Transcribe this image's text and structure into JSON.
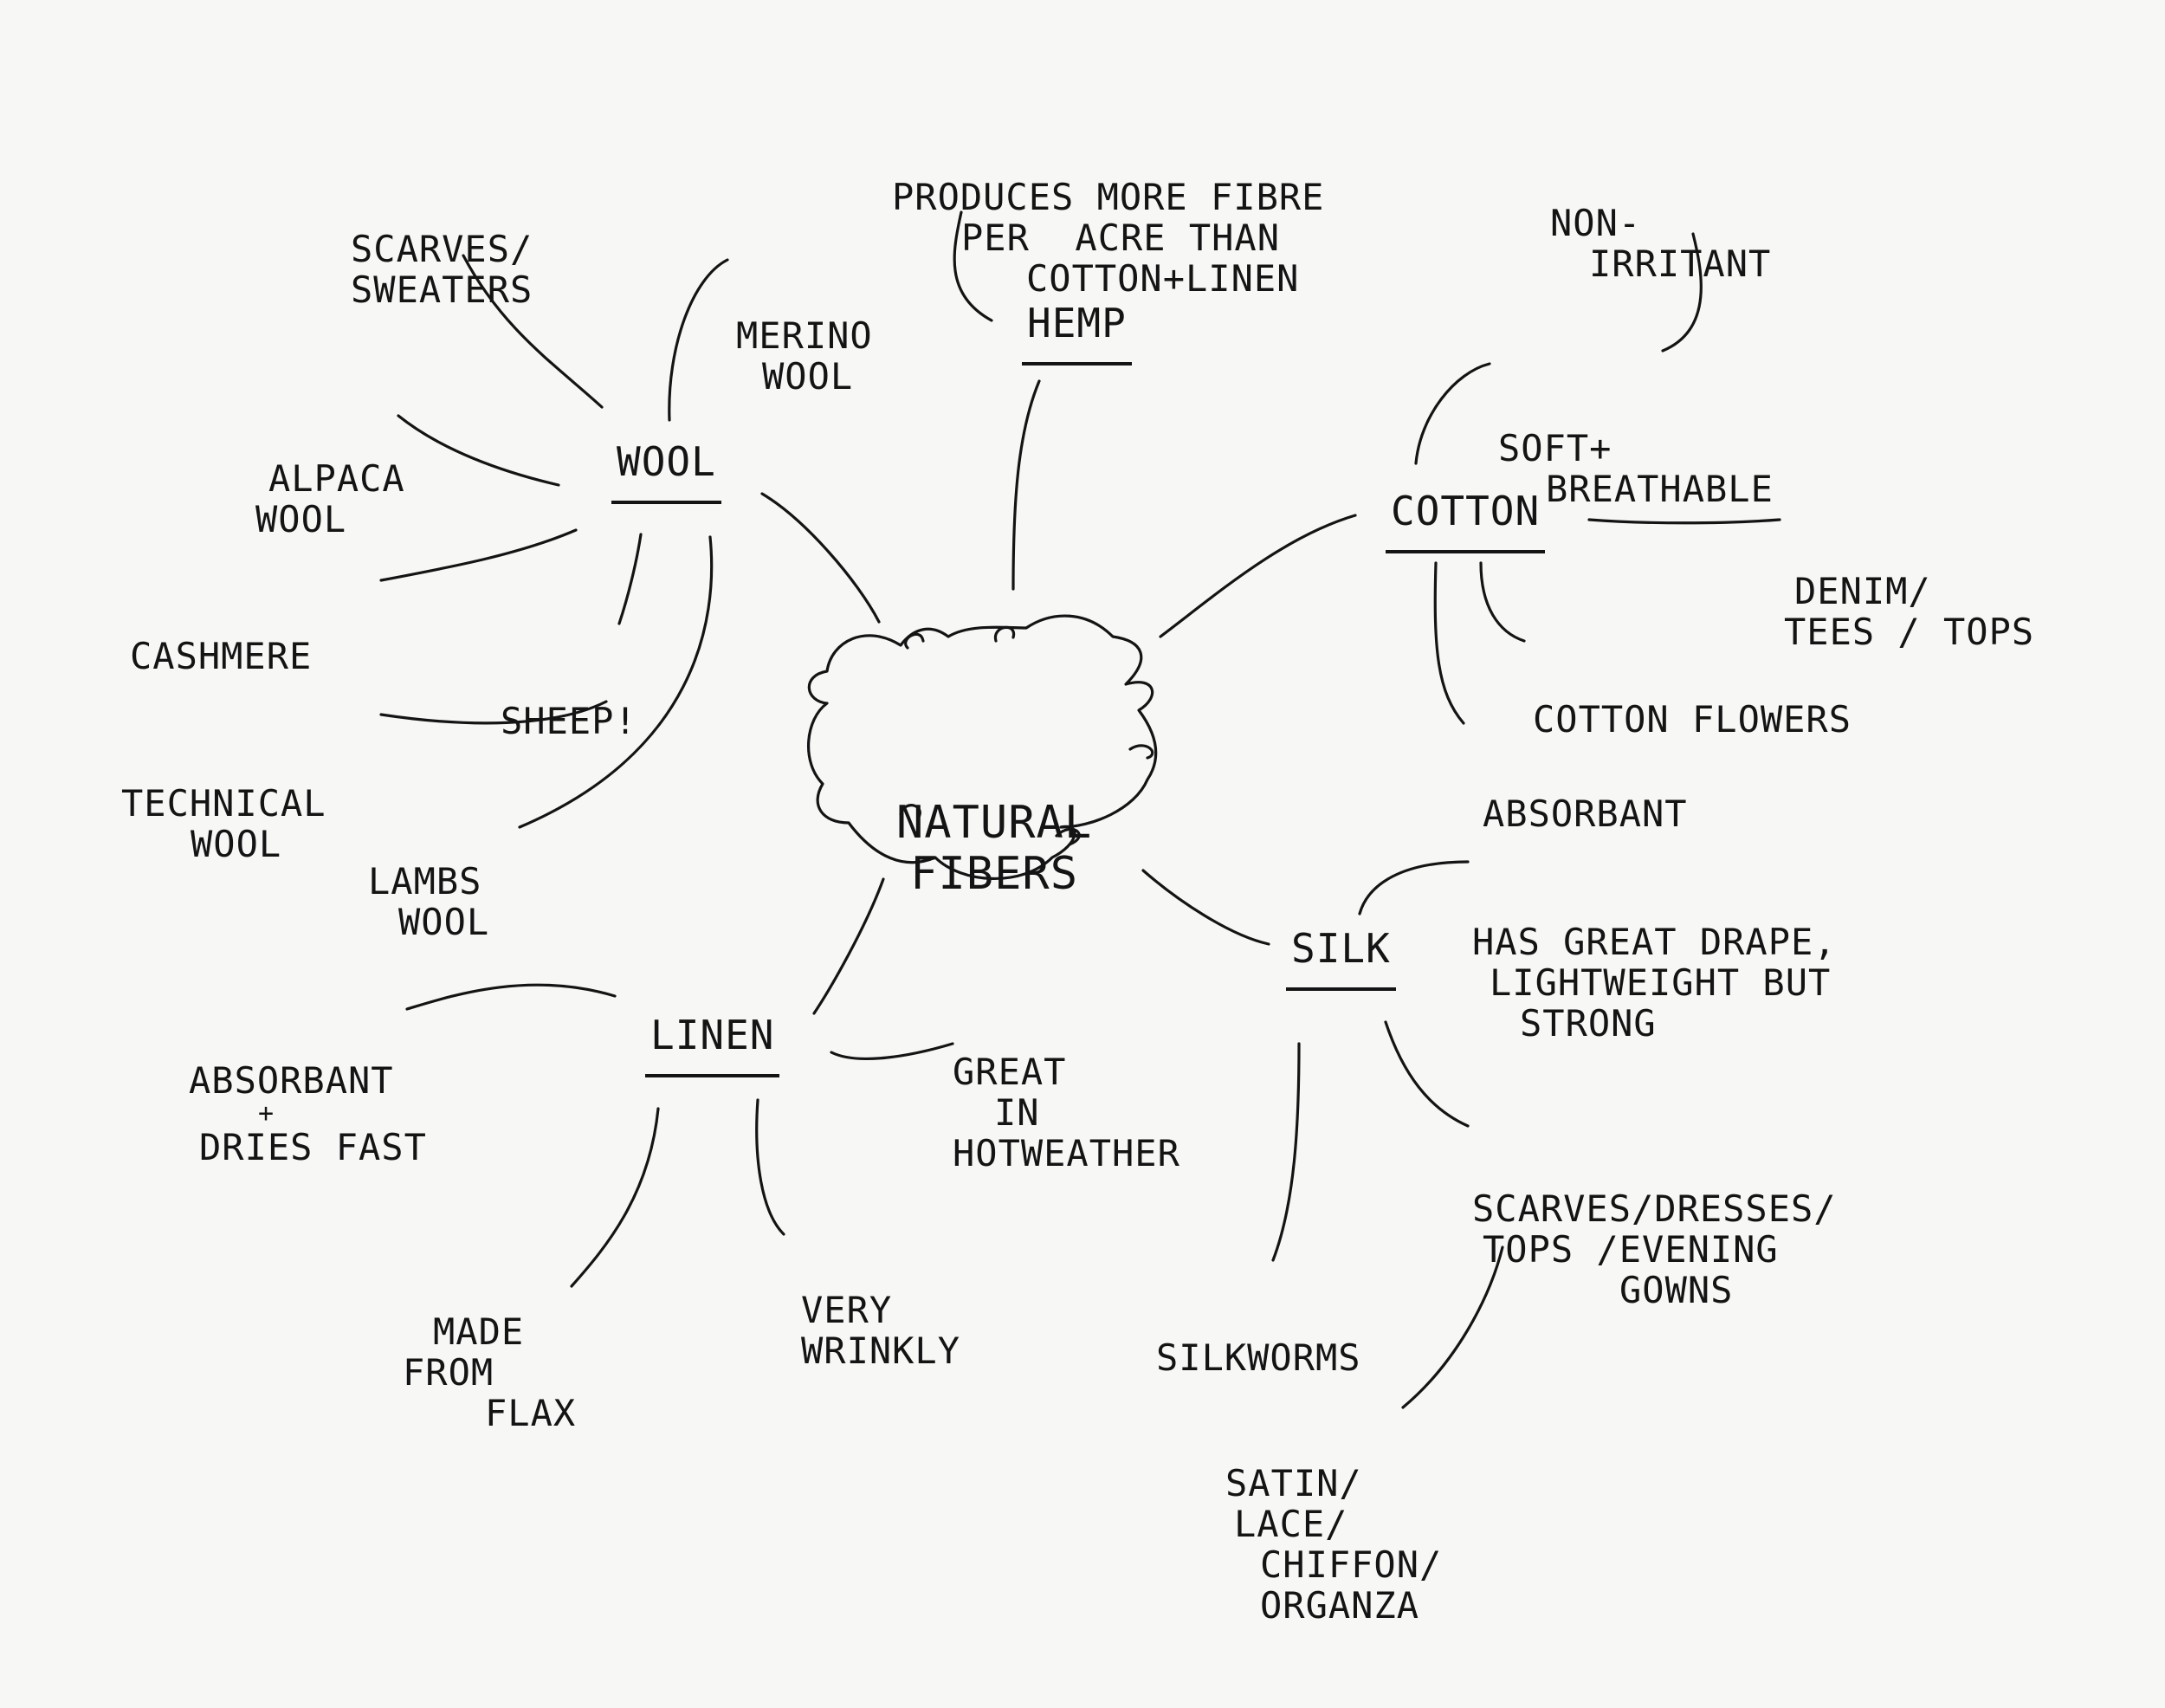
{
  "center": {
    "lines": [
      "NATURAL",
      "FIBERS"
    ]
  },
  "branches": {
    "wool": {
      "label": "WOOL",
      "details": {
        "scarves": [
          "SCARVES/",
          "SWEATERS"
        ],
        "merino": [
          "MERINO",
          "WOOL"
        ],
        "alpaca": [
          "ALPACA",
          "WOOL"
        ],
        "cashmere": [
          "CASHMERE"
        ],
        "sheep": [
          "SHEEP!"
        ],
        "technical": [
          "TECHNICAL",
          "WOOL"
        ],
        "lambs": [
          "LAMBS",
          "WOOL"
        ]
      }
    },
    "hemp": {
      "label": "HEMP",
      "details": {
        "produces": [
          "PRODUCES MORE FIBRE",
          "PER  ACRE THAN",
          "COTTON+LINEN"
        ]
      }
    },
    "cotton": {
      "label": "COTTON",
      "details": {
        "nonirritant": [
          "NON-",
          "IRRITANT"
        ],
        "soft": [
          "SOFT+",
          "BREATHABLE"
        ],
        "denim": [
          "DENIM/",
          "TEES / TOPS"
        ],
        "flowers": [
          "COTTON FLOWERS"
        ],
        "absorbant": [
          "ABSORBANT"
        ]
      }
    },
    "silk": {
      "label": "SILK",
      "details": {
        "drape": [
          "HAS GREAT DRAPE,",
          "LIGHTWEIGHT BUT",
          "STRONG"
        ],
        "scarves": [
          "SCARVES/DRESSES/",
          "TOPS /EVENING",
          "GOWNS"
        ],
        "silkworms": [
          "SILKWORMS"
        ],
        "satin": [
          "SATIN/",
          "LACE/",
          "CHIFFON/",
          "ORGANZA"
        ]
      }
    },
    "linen": {
      "label": "LINEN",
      "details": {
        "absorbant": [
          "ABSORBANT",
          "+",
          "DRIES FAST"
        ],
        "great": [
          "GREAT",
          "IN",
          "HOTWEATHER"
        ],
        "flax": [
          "MADE",
          "FROM",
          "FLAX"
        ],
        "wrinkly": [
          "VERY",
          "WRINKLY"
        ]
      }
    }
  }
}
